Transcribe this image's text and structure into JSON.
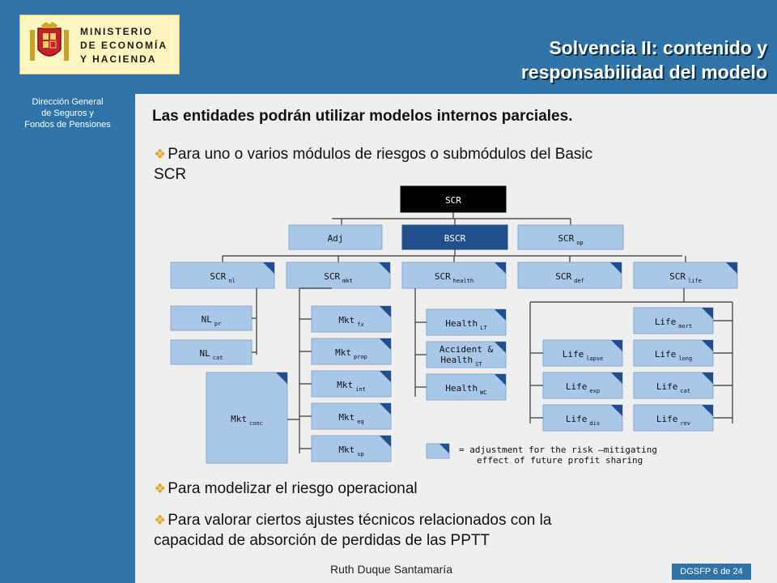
{
  "logo": {
    "text": "MINISTERIO\nDE ECONOMÍA\nY HACIENDA"
  },
  "sidebar": {
    "department": "Dirección General\nde Seguros y\nFondos de Pensiones"
  },
  "header": {
    "title_line1": "Solvencia II: contenido y",
    "title_line2": "responsabilidad del modelo"
  },
  "main": {
    "heading": "Las entidades podrán utilizar modelos internos parciales.",
    "bullets": [
      {
        "line1": "Para uno o varios módulos de riesgos o submódulos del Basic",
        "line2": "SCR"
      },
      {
        "line1": "Para modelizar el riesgo operacional"
      },
      {
        "line1": "Para valorar ciertos ajustes técnicos relacionados con la",
        "line2": "capacidad de absorción de perdidas de las PPTT"
      }
    ]
  },
  "diagram": {
    "top": {
      "label": "SCR"
    },
    "level2": [
      {
        "label": "Adj",
        "sub": ""
      },
      {
        "label": "BSCR",
        "sub": ""
      },
      {
        "label": "SCR",
        "sub": "op"
      }
    ],
    "level3": [
      {
        "label": "SCR",
        "sub": "nl"
      },
      {
        "label": "SCR",
        "sub": "mkt"
      },
      {
        "label": "SCR",
        "sub": "health"
      },
      {
        "label": "SCR",
        "sub": "def"
      },
      {
        "label": "SCR",
        "sub": "life"
      }
    ],
    "nl_modules": [
      {
        "label": "NL",
        "sub": "pr"
      },
      {
        "label": "NL",
        "sub": "cat"
      }
    ],
    "mkt_modules": [
      {
        "label": "Mkt",
        "sub": "fx"
      },
      {
        "label": "Mkt",
        "sub": "prop"
      },
      {
        "label": "Mkt",
        "sub": "int"
      },
      {
        "label": "Mkt",
        "sub": "eq"
      },
      {
        "label": "Mkt",
        "sub": "sp"
      }
    ],
    "mkt_conc": {
      "label": "Mkt",
      "sub": "conc"
    },
    "health_modules": [
      {
        "label": "Health",
        "sub": "LT",
        "label2": ""
      },
      {
        "label": "Accident &",
        "sub": "ST",
        "label2": "Health"
      },
      {
        "label": "Health",
        "sub": "WC",
        "label2": ""
      }
    ],
    "life_left": [
      {
        "label": "Life",
        "sub": "lapse"
      },
      {
        "label": "Life",
        "sub": "exp"
      },
      {
        "label": "Life",
        "sub": "dis"
      }
    ],
    "life_right": [
      {
        "label": "Life",
        "sub": "mort"
      },
      {
        "label": "Life",
        "sub": "long"
      },
      {
        "label": "Life",
        "sub": "cat"
      },
      {
        "label": "Life",
        "sub": "rev"
      }
    ],
    "legend": {
      "line1": "= adjustment   for the risk –mitigating",
      "line2": "effect of future   profit   sharing"
    },
    "colors": {
      "box": "#a9c7e8",
      "box_border": "#ffffff",
      "bscr": "#1f4f8c",
      "scr": "#000000",
      "corner": "#1f4f8c",
      "line": "#333333"
    }
  },
  "footer": {
    "author": "Ruth Duque Santamaría",
    "page": "DGSFP 6 de 24"
  }
}
